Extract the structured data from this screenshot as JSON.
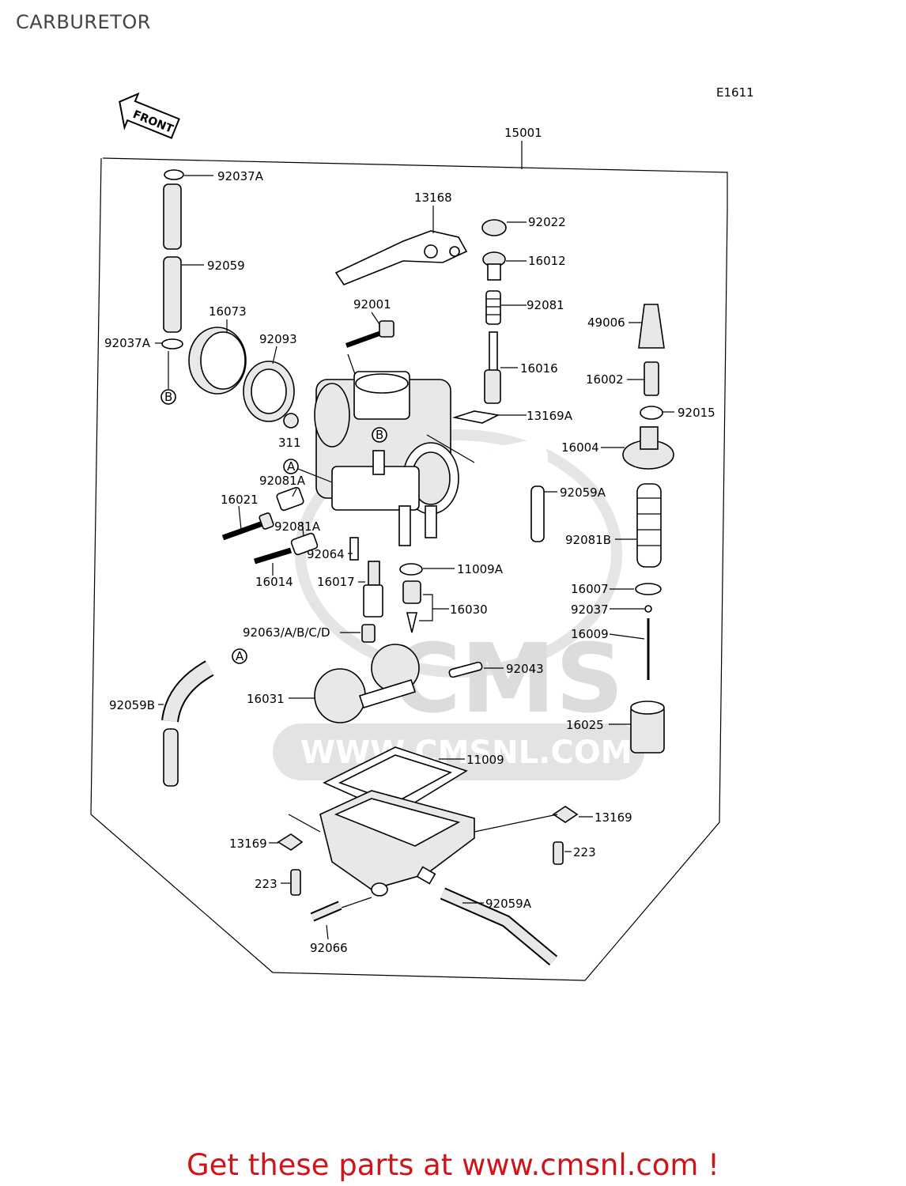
{
  "header": {
    "title": "CARBURETOR",
    "diagram_code": "E1611",
    "front_label": "FRONT"
  },
  "watermark": {
    "logo": "CMS",
    "url": "WWW.CMSNL.COM"
  },
  "footer": {
    "text": "Get these parts at www.cmsnl.com !"
  },
  "callouts": {
    "A": "A",
    "B": "B"
  },
  "parts": {
    "p15001": "15001",
    "p92037A_top": "92037A",
    "p92059": "92059",
    "p16073": "16073",
    "p92093": "92093",
    "p92037A_mid": "92037A",
    "p13168": "13168",
    "p92022": "92022",
    "p16012": "16012",
    "p92081": "92081",
    "p92001": "92001",
    "p16016": "16016",
    "p49006": "49006",
    "p16002": "16002",
    "p13169A": "13169A",
    "p92015": "92015",
    "p311": "311",
    "p16004": "16004",
    "p92081A_1": "92081A",
    "p92059A_1": "92059A",
    "p16021": "16021",
    "p92081A_2": "92081A",
    "p92081B": "92081B",
    "p92064": "92064",
    "p11009A": "11009A",
    "p16014": "16014",
    "p16017": "16017",
    "p16007": "16007",
    "p16030": "16030",
    "p92037": "92037",
    "p16009": "16009",
    "p92063": "92063/A/B/C/D",
    "p92043": "92043",
    "p92059B": "92059B",
    "p16031": "16031",
    "p16025": "16025",
    "p11009": "11009",
    "p13169_r": "13169",
    "p13169_l": "13169",
    "p223_r": "223",
    "p223_l": "223",
    "p92059A_2": "92059A",
    "p92066": "92066"
  }
}
